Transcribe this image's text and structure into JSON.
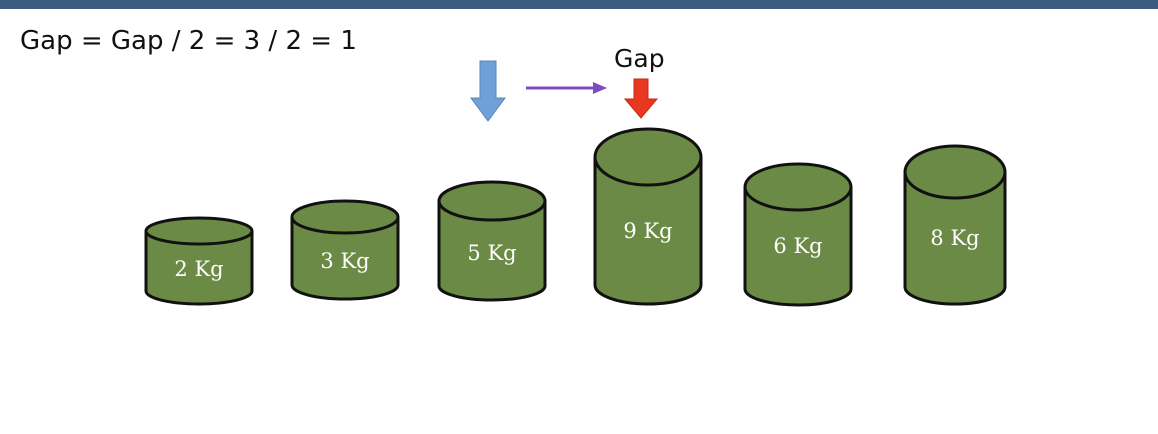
{
  "header": {
    "formula": "Gap = Gap / 2 = 3 / 2 = 1"
  },
  "pointer": {
    "gap_label": "Gap"
  },
  "colors": {
    "top_bar": "#3d5a80",
    "cylinder_fill": "#6b8a45",
    "cylinder_stroke": "#111111",
    "current_arrow": "#6fa0d6",
    "gap_arrow": "#e8381f",
    "move_arrow": "#7c4dbf"
  },
  "weights": [
    {
      "label": "2 Kg",
      "value": 2
    },
    {
      "label": "3 Kg",
      "value": 3
    },
    {
      "label": "5 Kg",
      "value": 5
    },
    {
      "label": "9 Kg",
      "value": 9
    },
    {
      "label": "6 Kg",
      "value": 6
    },
    {
      "label": "8 Kg",
      "value": 8
    }
  ]
}
